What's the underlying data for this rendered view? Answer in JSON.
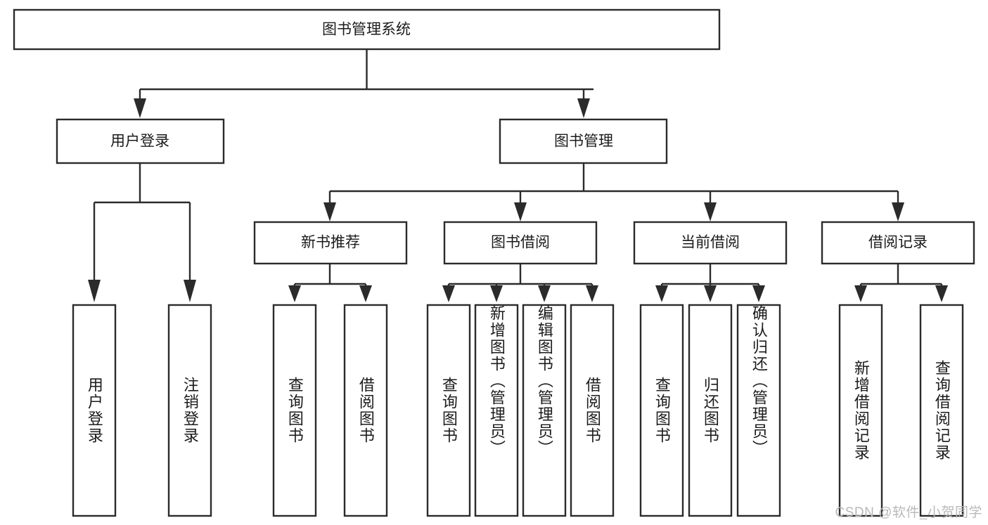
{
  "diagram": {
    "type": "hierarchy-tree",
    "title_node": {
      "label": "图书管理系统"
    },
    "level2": [
      {
        "id": "user-login",
        "label": "用户登录"
      },
      {
        "id": "book-manage",
        "label": "图书管理"
      }
    ],
    "level3": [
      {
        "id": "new-book-recommend",
        "label": "新书推荐"
      },
      {
        "id": "book-borrow",
        "label": "图书借阅"
      },
      {
        "id": "current-borrow",
        "label": "当前借阅"
      },
      {
        "id": "borrow-record",
        "label": "借阅记录"
      }
    ],
    "leaves": {
      "user_login": [
        {
          "id": "leaf-user-login",
          "label": "用户登录"
        },
        {
          "id": "leaf-logout-login",
          "label": "注销登录"
        }
      ],
      "new_book_recommend": [
        {
          "id": "leaf-query-book-1",
          "label": "查询图书"
        },
        {
          "id": "leaf-borrow-book-1",
          "label": "借阅图书"
        }
      ],
      "book_borrow": [
        {
          "id": "leaf-query-book-2",
          "label": "查询图书"
        },
        {
          "id": "leaf-add-book",
          "label": "新增图书（管理员）"
        },
        {
          "id": "leaf-edit-book",
          "label": "编辑图书（管理员）"
        },
        {
          "id": "leaf-borrow-book-2",
          "label": "借阅图书"
        }
      ],
      "current_borrow": [
        {
          "id": "leaf-query-book-3",
          "label": "查询图书"
        },
        {
          "id": "leaf-return-book",
          "label": "归还图书"
        },
        {
          "id": "leaf-confirm-return",
          "label": "确认归还（管理员）"
        }
      ],
      "borrow_record": [
        {
          "id": "leaf-add-record",
          "label": "新增借阅记录"
        },
        {
          "id": "leaf-query-record",
          "label": "查询借阅记录"
        }
      ]
    }
  },
  "watermark": {
    "text": "CSDN @软件_小贺同学"
  },
  "colors": {
    "stroke": "#2b2b2b",
    "fill": "#ffffff",
    "text": "#1b1b1b",
    "watermark": "#b9b9b9"
  }
}
